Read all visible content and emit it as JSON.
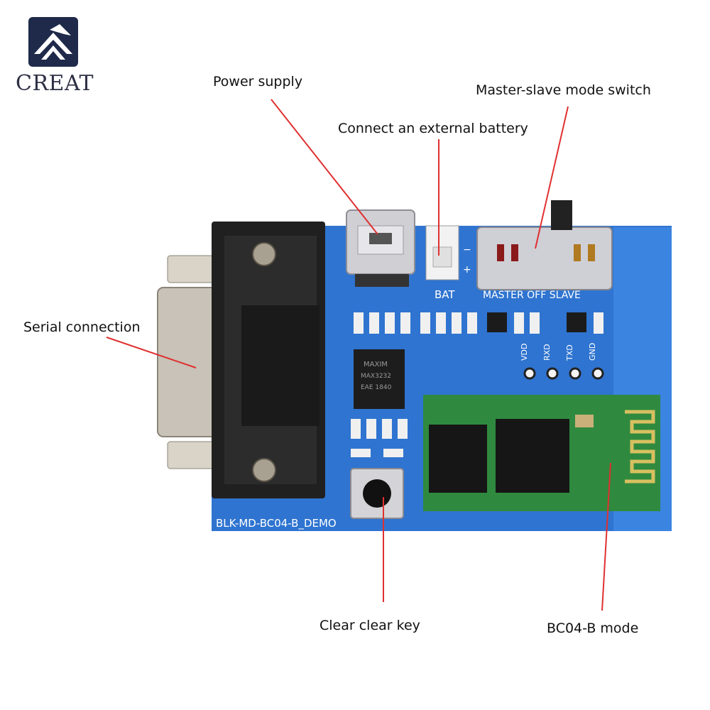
{
  "brand": {
    "name": "CREAT",
    "logo": "creat-mountain-logo",
    "colors": {
      "navy": "#1f2a4a",
      "pcb": "#2f74d0"
    }
  },
  "callouts": {
    "power_supply": "Power supply",
    "external_battery": "Connect an external battery",
    "mode_switch": "Master-slave mode switch",
    "serial_connection": "Serial connection",
    "clear_key": "Clear clear key",
    "bc04b_mode": "BC04-B mode"
  },
  "board_silkscreen": {
    "bat": "BAT",
    "switch_positions": "MASTER  OFF  SLAVE",
    "pins": [
      "VDD",
      "RXD",
      "TXD",
      "GND"
    ],
    "board_name": "BLK-MD-BC04-B_DEMO",
    "chip_marking": [
      "MAXIM",
      "MAX3232",
      "EAE 1840"
    ]
  },
  "annotation_color": "#e03030"
}
